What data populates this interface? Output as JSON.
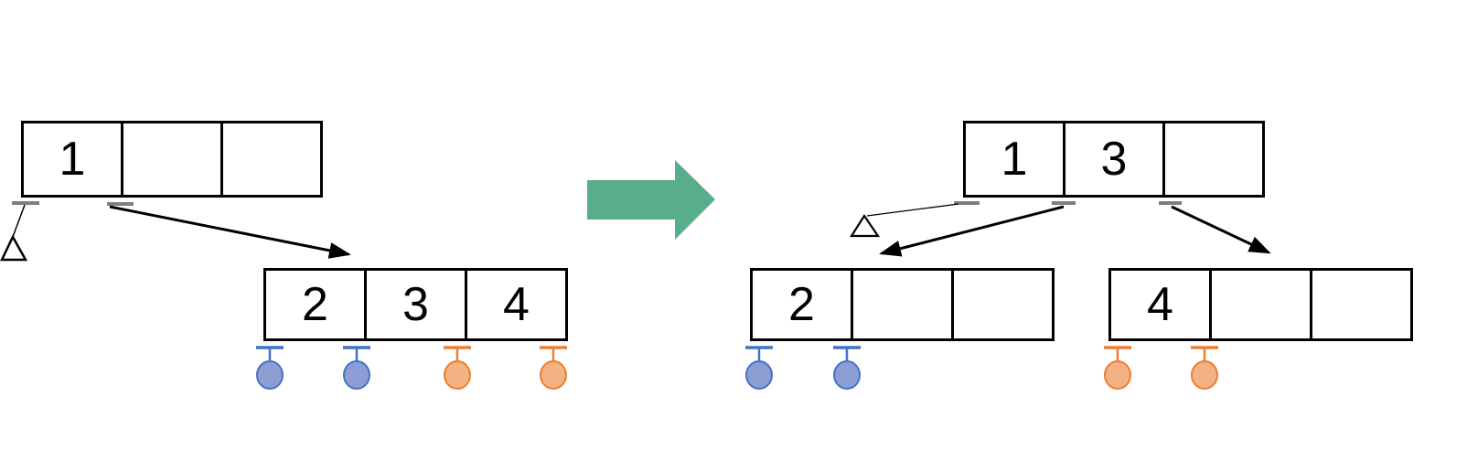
{
  "colors": {
    "box_border": "#000000",
    "arrow_black": "#000000",
    "tick_gray": "#7F7F7F",
    "transition_arrow_green": "#58AE8C",
    "record_blue_fill": "#8C9ED4",
    "record_blue_stroke": "#4472C4",
    "record_orange_fill": "#F4B183",
    "record_orange_stroke": "#ED7D31"
  },
  "before": {
    "root": {
      "cells": [
        "1",
        "",
        ""
      ]
    },
    "child": {
      "cells": [
        "2",
        "3",
        "4"
      ],
      "pins": [
        "blue",
        "blue",
        "orange",
        "orange"
      ]
    }
  },
  "after": {
    "root": {
      "cells": [
        "1",
        "3",
        ""
      ]
    },
    "left_child": {
      "cells": [
        "2",
        "",
        ""
      ],
      "pins": [
        "blue",
        "blue"
      ]
    },
    "right_child": {
      "cells": [
        "4",
        "",
        ""
      ],
      "pins": [
        "orange",
        "orange"
      ]
    }
  }
}
